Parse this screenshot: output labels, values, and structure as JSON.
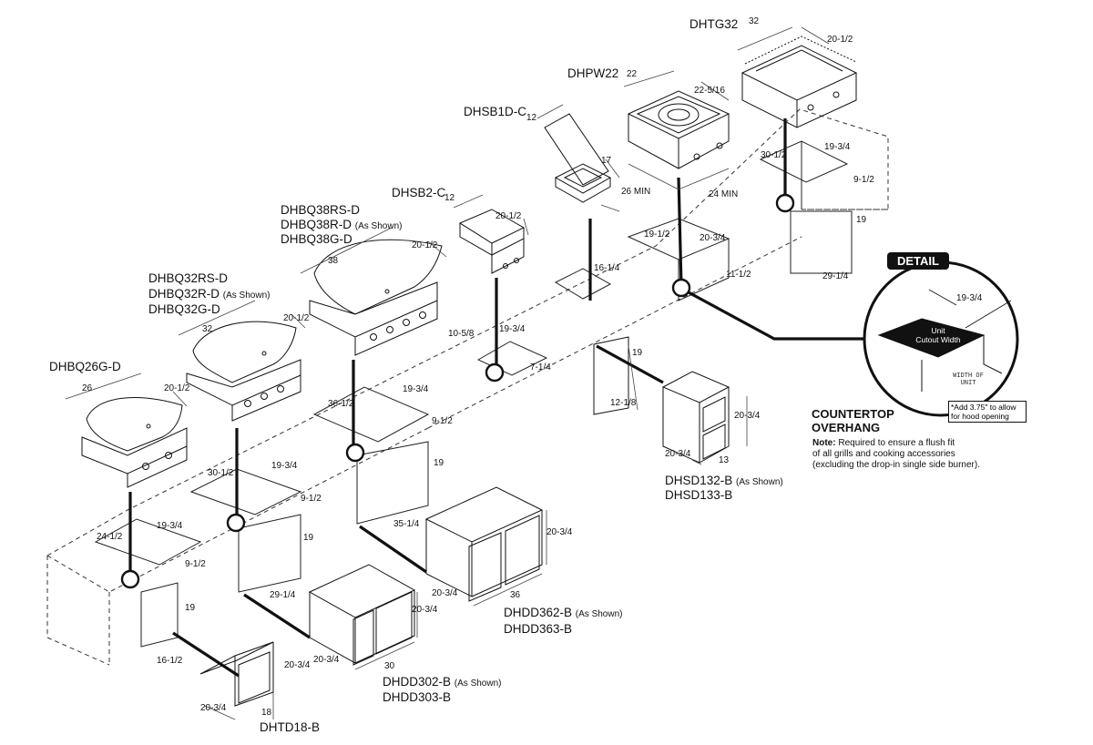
{
  "models": {
    "dhtg32": "DHTG32",
    "dhpw22": "DHPW22",
    "dhsb1d": "DHSB1D-C",
    "dhsb2": "DHSB2-C",
    "dhbq38_rs": "DHBQ38RS-D",
    "dhbq38_r": "DHBQ38R-D",
    "dhbq38_g": "DHBQ38G-D",
    "dhbq32_rs": "DHBQ32RS-D",
    "dhbq32_r": "DHBQ32R-D",
    "dhbq32_g": "DHBQ32G-D",
    "dhbq26g": "DHBQ26G-D",
    "dhsd132": "DHSD132-B",
    "dhsd133": "DHSD133-B",
    "dhdd362": "DHDD362-B",
    "dhdd363": "DHDD363-B",
    "dhdd302": "DHDD302-B",
    "dhdd303": "DHDD303-B",
    "dhtd18": "DHTD18-B",
    "as_shown": "(As Shown)"
  },
  "dimensions": {
    "tg32_w": "32",
    "tg32_d": "20-1/2",
    "pw22_w": "22",
    "pw22_d": "22-5/16",
    "sb1d_a": "12",
    "sb1d_b": "17",
    "sb2_a": "12",
    "sb2_b": "20-1/2",
    "bq38_w": "38",
    "bq38_d": "20-1/2",
    "bq32_w": "32",
    "bq32_d": "20-1/2",
    "bq26_w": "26",
    "bq26_d": "20-1/2",
    "tg_cut_w": "30-1/2",
    "tg_cut_d": "19-3/4",
    "tg_cut_h": "9-1/2",
    "tg_door_h": "19",
    "tg_door_w": "29-1/4",
    "pw_min_w": "26 MIN",
    "pw_min_d": "24 MIN",
    "pw_cut_w": "19-1/2",
    "pw_cut_d": "20-3/4",
    "pw_cut_h": "11-1/2",
    "sb1d_cut": "16-1/4",
    "sb2_cut_w": "10-5/8",
    "sb2_cut_d": "19-3/4",
    "sb2_cut_h": "7-1/4",
    "sd_h": "19",
    "sd_w": "12-1/8",
    "sd_box_h": "20-3/4",
    "sd_box_w": "20-3/4",
    "sd_box_d": "13",
    "bq38_cut_w": "36-1/2",
    "bq38_cut_d": "19-3/4",
    "bq38_cut_h": "9-1/2",
    "bq38_door_h": "19",
    "bq38_door_w": "35-1/4",
    "bq32_cut_w": "30-1/2",
    "bq32_cut_d": "19-3/4",
    "bq32_cut_h": "9-1/2",
    "bq32_door_h": "19",
    "bq32_door_w": "29-1/4",
    "bq26_cut_w": "24-1/2",
    "bq26_cut_d": "19-3/4",
    "bq26_cut_h": "9-1/2",
    "bq26_door_h": "19",
    "bq26_door_w": "16-1/2",
    "dd36_h": "20-3/4",
    "dd36_d": "20-3/4",
    "dd36_w": "36",
    "dd30_h": "20-3/4",
    "dd30_d": "20-3/4",
    "dd30_w": "30",
    "td18_h": "20-3/4",
    "td18_d": "20-3/4",
    "td18_w": "18",
    "detail_dim": "19-3/4"
  },
  "detail": {
    "tag": "DETAIL",
    "unit_cutout_line1": "Unit",
    "unit_cutout_line2": "Cutout Width",
    "width_line1": "WIDTH OF",
    "width_line2": "UNIT",
    "callout": "*Add 3.75\" to allow for hood opening",
    "heading_line1": "COUNTERTOP",
    "heading_line2": "OVERHANG",
    "note_label": "Note:",
    "note_line1": "Required to ensure a flush fit",
    "note_line2": "of all grills and cooking accessories",
    "note_line3": "(excluding the drop-in single side burner)."
  }
}
